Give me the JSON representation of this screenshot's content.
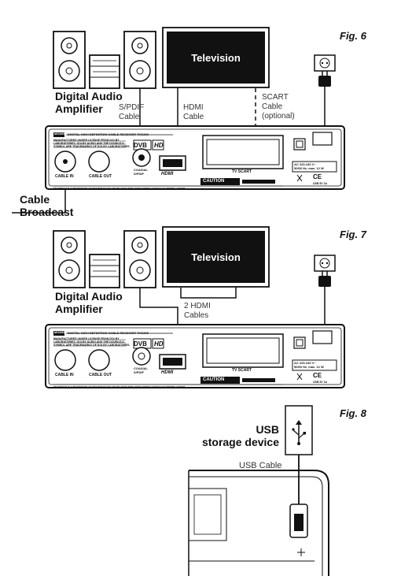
{
  "fig6": {
    "label": "Fig. 6",
    "tv_label": "Television",
    "amp_label_line1": "Digital Audio",
    "amp_label_line2": "Amplifier",
    "spdif_line1": "S/PDIF",
    "spdif_line2": "Cable",
    "hdmi_line1": "HDMI",
    "hdmi_line2": "Cable",
    "scart_line1": "SCART",
    "scart_line2": "Cable",
    "scart_line3": "(optional)",
    "cable_line1": "Cable",
    "cable_line2": "Broadcast"
  },
  "fig7": {
    "label": "Fig. 7",
    "tv_label": "Television",
    "amp_label_line1": "Digital Audio",
    "amp_label_line2": "Amplifier",
    "hdmi_line1": "2 HDMI",
    "hdmi_line2": "Cables"
  },
  "fig8": {
    "label": "Fig. 8",
    "usb_line1": "USB",
    "usb_line2": "storage device",
    "usb_cable": "USB Cable"
  },
  "panel": {
    "model": "MODEL",
    "model_text": "DIGITAL HIGH DEFINITION CABLE RECEIVER THC300",
    "dolby_text1": "MANUFACTURED UNDER LICENSE FROM DOLBY",
    "dolby_text2": "LABORATORIES. DOLBY AUDIO AND THE DOUBLE-D",
    "dolby_text3": "SYMBOL ARE TRADEMARKS OF DOLBY LABORATORIES.",
    "cable_in": "CABLE IN",
    "cable_out": "CABLE OUT",
    "coaxial": "COAXIAL",
    "spdif": "S/PDIF",
    "hdmi": "HDMI",
    "tv_scart": "TV SCART",
    "caution": "CAUTION",
    "power_line1": "AC 220-240 V~",
    "power_line2": "50/60 Hz, max. 12 W",
    "usb_rating": "USB 5V 1A",
    "trademark": "TECHNISAT IS A TRADEMARK OF TECHNISAT (UK) OR ITS AFFILIATES USED UNDER LICENCE BY STRONG GROUP.",
    "dvb": "DVB",
    "hd": "HD",
    "ce": "CE"
  }
}
